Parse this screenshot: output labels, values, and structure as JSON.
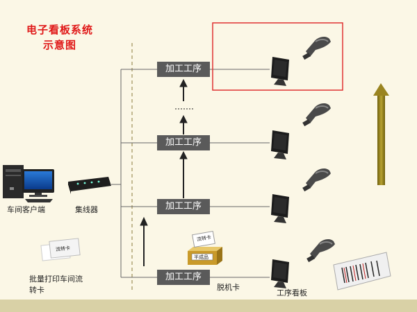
{
  "title": {
    "line1": "电子看板系统",
    "line2": "示意图"
  },
  "workstation_label": "加工工序",
  "labels": {
    "client": "车间客户端",
    "hub": "集线器",
    "batch_line1": "批量打印车间流",
    "batch_line2": "转卡",
    "offline_card": "脱机卡",
    "process_board": "工序看板"
  },
  "card_text": {
    "flow_card": "流转卡",
    "small_card": "流转卡",
    "box_label": "半成品"
  },
  "colors": {
    "title": "#e01818",
    "box": "#5a5a5a",
    "highlight": "#e03030",
    "arrow": "#8a7a1a"
  }
}
